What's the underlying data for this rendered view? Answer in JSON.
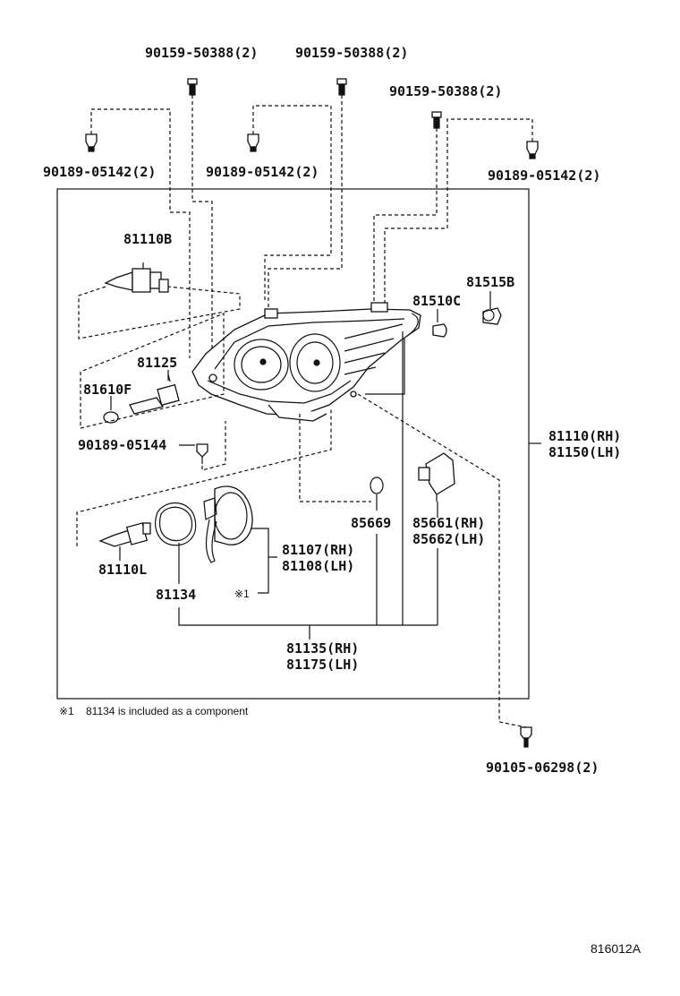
{
  "labels": {
    "bolt_top_left": "90159-50388(2)",
    "bolt_top_mid": "90159-50388(2)",
    "bolt_top_right": "90159-50388(2)",
    "clip_left": "90189-05142(2)",
    "clip_mid": "90189-05142(2)",
    "clip_right": "90189-05142(2)",
    "bulb_hb": "81110B",
    "bulb_81515b": "81515B",
    "bulb_81510c": "81510C",
    "socket_81125": "81125",
    "bulb_81610f": "81610F",
    "clip_05144": "90189-05144",
    "assy_rh": "81110(RH)",
    "assy_lh": "81150(LH)",
    "oring_85669": "85669",
    "actuator_rh": "85661(RH)",
    "actuator_lh": "85662(LH)",
    "ballast_rh": "81107(RH)",
    "ballast_lh": "81108(LH)",
    "bulb_hid": "81110L",
    "gasket": "81134",
    "ref_mark": "※1",
    "unit_rh": "81135(RH)",
    "unit_lh": "81175(LH)",
    "screw_bottom": "90105-06298(2)"
  },
  "footnote": {
    "mark": "※1",
    "text": "81134 is included as a component"
  },
  "diagram_code": "816012A"
}
